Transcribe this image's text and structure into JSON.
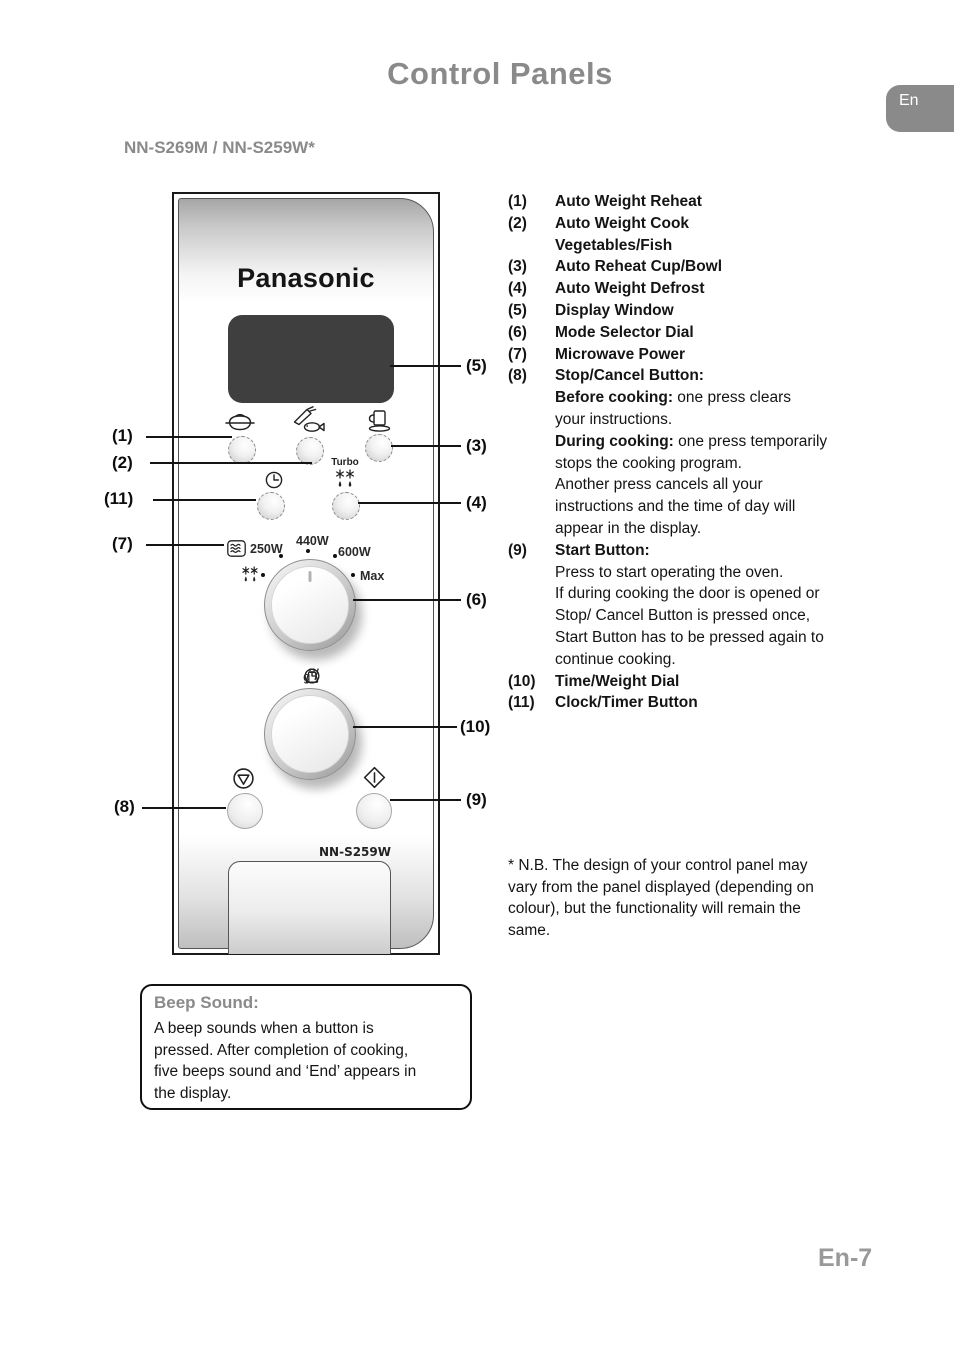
{
  "page": {
    "title": "Control Panels",
    "language_tab": "En",
    "page_number": "En-7"
  },
  "section": {
    "models": "NN-S269M / NN-S259W*"
  },
  "panel": {
    "brand": "Panasonic",
    "model_label": "NN-S259W",
    "turbo_label": "Turbo",
    "weight_unit": "g",
    "slash": "/",
    "power_labels": {
      "p250": "250W",
      "p440": "440W",
      "p600": "600W",
      "max": "Max"
    }
  },
  "callouts": {
    "c1": "(1)",
    "c2": "(2)",
    "c3": "(3)",
    "c4": "(4)",
    "c5": "(5)",
    "c6": "(6)",
    "c7": "(7)",
    "c8": "(8)",
    "c9": "(9)",
    "c10": "(10)",
    "c11": "(11)"
  },
  "legend": {
    "items": [
      {
        "num": "(1)",
        "lines": [
          [
            {
              "t": "Auto Weight Reheat",
              "b": true
            }
          ]
        ]
      },
      {
        "num": "(2)",
        "lines": [
          [
            {
              "t": "Auto Weight Cook",
              "b": true
            }
          ],
          [
            {
              "t": "Vegetables/Fish",
              "b": true
            }
          ]
        ]
      },
      {
        "num": "(3)",
        "lines": [
          [
            {
              "t": "Auto Reheat Cup/Bowl",
              "b": true
            }
          ]
        ]
      },
      {
        "num": "(4)",
        "lines": [
          [
            {
              "t": "Auto Weight Defrost",
              "b": true
            }
          ]
        ]
      },
      {
        "num": "(5)",
        "lines": [
          [
            {
              "t": "Display Window",
              "b": true
            }
          ]
        ]
      },
      {
        "num": "(6)",
        "lines": [
          [
            {
              "t": "Mode Selector Dial",
              "b": true
            }
          ]
        ]
      },
      {
        "num": "(7)",
        "lines": [
          [
            {
              "t": "Microwave Power",
              "b": true
            }
          ]
        ]
      },
      {
        "num": "(8)",
        "lines": [
          [
            {
              "t": "Stop/Cancel Button:",
              "b": true
            }
          ],
          [
            {
              "t": "Before cooking:",
              "b": true
            },
            {
              "t": " one press clears",
              "b": false
            }
          ],
          [
            {
              "t": "your instructions.",
              "b": false
            }
          ],
          [
            {
              "t": "During cooking:",
              "b": true
            },
            {
              "t": " one press temporarily",
              "b": false
            }
          ],
          [
            {
              "t": "stops the cooking program.",
              "b": false
            }
          ],
          [
            {
              "t": "Another press cancels all your",
              "b": false
            }
          ],
          [
            {
              "t": "instructions and the time of day will",
              "b": false
            }
          ],
          [
            {
              "t": "appear in the display.",
              "b": false
            }
          ]
        ]
      },
      {
        "num": "(9)",
        "lines": [
          [
            {
              "t": "Start Button:",
              "b": true
            }
          ],
          [
            {
              "t": "Press to start operating the oven.",
              "b": false
            }
          ],
          [
            {
              "t": "If during cooking the door is opened or",
              "b": false
            }
          ],
          [
            {
              "t": "Stop/ Cancel Button is pressed once,",
              "b": false
            }
          ],
          [
            {
              "t": "Start Button has to be pressed again to",
              "b": false
            }
          ],
          [
            {
              "t": "continue cooking.",
              "b": false
            }
          ]
        ]
      },
      {
        "num": "(10)",
        "lines": [
          [
            {
              "t": "Time/Weight Dial",
              "b": true
            }
          ]
        ]
      },
      {
        "num": "(11)",
        "lines": [
          [
            {
              "t": "Clock/Timer Button",
              "b": true
            }
          ]
        ]
      }
    ]
  },
  "footnote": {
    "lines": [
      "* N.B. The design of your control panel may",
      "vary from the panel displayed (depending on",
      "colour), but the functionality will remain the",
      "same."
    ]
  },
  "beep_box": {
    "title": "Beep Sound:",
    "lines": [
      "A beep sounds when a button is",
      "pressed. After completion of cooking,",
      "five beeps sound and ‘End’ appears in",
      "the display."
    ]
  },
  "colors": {
    "accent_gray": "#8a8a8a",
    "display_bg": "#3f3f3f",
    "page_number_gray": "#999999",
    "text": "#141414"
  }
}
